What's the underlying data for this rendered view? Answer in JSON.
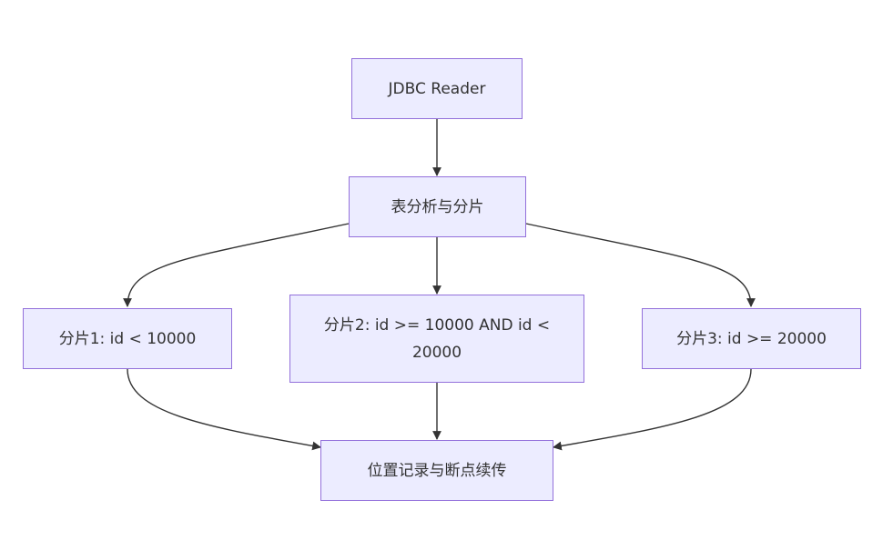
{
  "nodes": {
    "jdbc_reader": "JDBC Reader",
    "table_analysis": "表分析与分片",
    "shard1": "分片1: id < 10000",
    "shard2": "分片2: id >= 10000 AND id < 20000",
    "shard3": "分片3: id >= 20000",
    "checkpoint": "位置记录与断点续传"
  },
  "colors": {
    "node_fill": "#ECECFF",
    "node_border": "#9370DB",
    "edge": "#333333",
    "text": "#333333"
  }
}
